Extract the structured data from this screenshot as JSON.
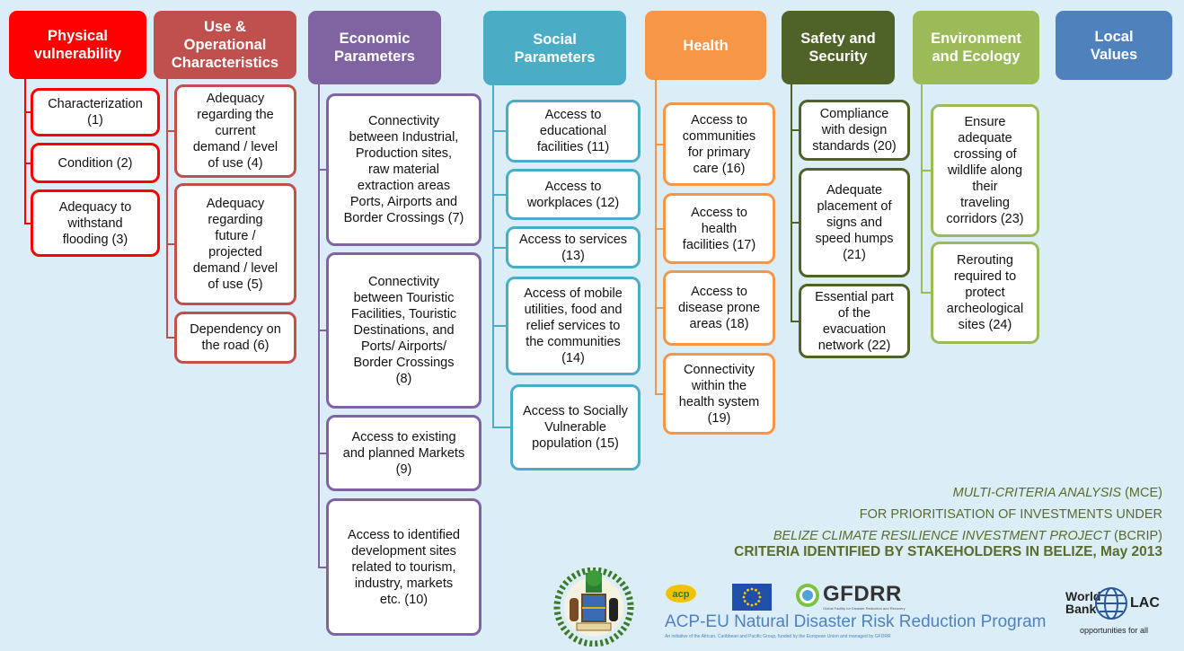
{
  "colors": {
    "background": "#dbeef8",
    "physical": "#ff0000",
    "use": "#c0504d",
    "economic": "#8064a2",
    "social": "#4bacc6",
    "health": "#f79646",
    "safety": "#4f6228",
    "environment": "#9bbb59",
    "local": "#4f81bd",
    "footer_text": "#5b6b2b",
    "program_text": "#4f81bd"
  },
  "columns": [
    {
      "key": "physical",
      "header": [
        "Physical",
        "vulnerability"
      ],
      "items": [
        [
          "Characterization",
          "(1)"
        ],
        [
          "Condition (2)"
        ],
        [
          "Adequacy to",
          "withstand",
          "flooding (3)"
        ]
      ]
    },
    {
      "key": "use",
      "header": [
        "Use &",
        "Operational",
        "Characteristics"
      ],
      "items": [
        [
          "Adequacy",
          "regarding the",
          "current",
          "demand / level",
          "of use (4)"
        ],
        [
          "Adequacy",
          "regarding",
          "future /",
          "projected",
          "demand / level",
          "of use (5)"
        ],
        [
          "Dependency on",
          "the road (6)"
        ]
      ]
    },
    {
      "key": "economic",
      "header": [
        "Economic",
        "Parameters"
      ],
      "items": [
        [
          "Connectivity",
          "between Industrial,",
          "Production sites,",
          "raw material",
          "extraction areas",
          "Ports, Airports and",
          "Border Crossings (7)"
        ],
        [
          "Connectivity",
          "between Touristic",
          "Facilities, Touristic",
          "Destinations, and",
          "Ports/ Airports/",
          "Border Crossings",
          "(8)"
        ],
        [
          "Access to existing",
          "and planned Markets",
          "(9)"
        ],
        [
          "Access to identified",
          "development sites",
          "related to tourism,",
          "industry, markets",
          "etc. (10)"
        ]
      ]
    },
    {
      "key": "social",
      "header": [
        "Social",
        "Parameters"
      ],
      "items": [
        [
          "Access to",
          "educational",
          "facilities (11)"
        ],
        [
          "Access to",
          "workplaces (12)"
        ],
        [
          "Access to services",
          "(13)"
        ],
        [
          "Access of mobile",
          "utilities, food and",
          "relief services to",
          "the communities",
          "(14)"
        ],
        [
          "Access to Socially",
          "Vulnerable",
          "population (15)"
        ]
      ]
    },
    {
      "key": "health",
      "header": [
        "Health"
      ],
      "items": [
        [
          "Access to",
          "communities",
          "for primary",
          "care (16)"
        ],
        [
          "Access to",
          "health",
          "facilities (17)"
        ],
        [
          "Access to",
          "disease prone",
          "areas (18)"
        ],
        [
          "Connectivity",
          "within the",
          "health system",
          "(19)"
        ]
      ]
    },
    {
      "key": "safety",
      "header": [
        "Safety and",
        "Security"
      ],
      "items": [
        [
          "Compliance",
          "with design",
          "standards (20)"
        ],
        [
          "Adequate",
          "placement of",
          "signs and",
          "speed humps",
          "(21)"
        ],
        [
          "Essential part",
          "of the",
          "evacuation",
          "network (22)"
        ]
      ]
    },
    {
      "key": "environment",
      "header": [
        "Environment",
        "and Ecology"
      ],
      "items": [
        [
          "Ensure",
          "adequate",
          "crossing of",
          "wildlife along",
          "their",
          "traveling",
          "corridors (23)"
        ],
        [
          "Rerouting",
          "required to",
          "protect",
          "archeological",
          "sites (24)"
        ]
      ]
    },
    {
      "key": "local",
      "header": [
        "Local",
        "Values"
      ],
      "items": []
    }
  ],
  "footer": {
    "line1_italic": "MULTI-CRITERIA ANALYSIS",
    "line1_rest": " (MCE)",
    "line2": "FOR PRIORITISATION OF INVESTMENTS UNDER",
    "line3_italic": "BELIZE CLIMATE RESILIENCE INVESTMENT PROJECT",
    "line3_rest": " (BCRIP)",
    "line4": "CRITERIA IDENTIFIED BY STAKEHOLDERS IN BELIZE, May 2013"
  },
  "logos": {
    "acp_logo_text": "acp",
    "gfdrr_label": "GFDRR",
    "gfdrr_subtitle": "Global Facility for Disaster Reduction and Recovery",
    "program_name": "ACP-EU Natural Disaster Risk Reduction Program",
    "program_subtitle": "An initiative of the African, Caribbean and Pacific Group, funded by the European Union and managed by GFDRR",
    "worldbank_text_1": "World",
    "worldbank_text_2": "Bank",
    "worldbank_lac": "LAC",
    "worldbank_tagline": "opportunities for all",
    "seal_icon": "belize-coat-of-arms-icon",
    "eu_flag_icon": "eu-flag-icon"
  }
}
